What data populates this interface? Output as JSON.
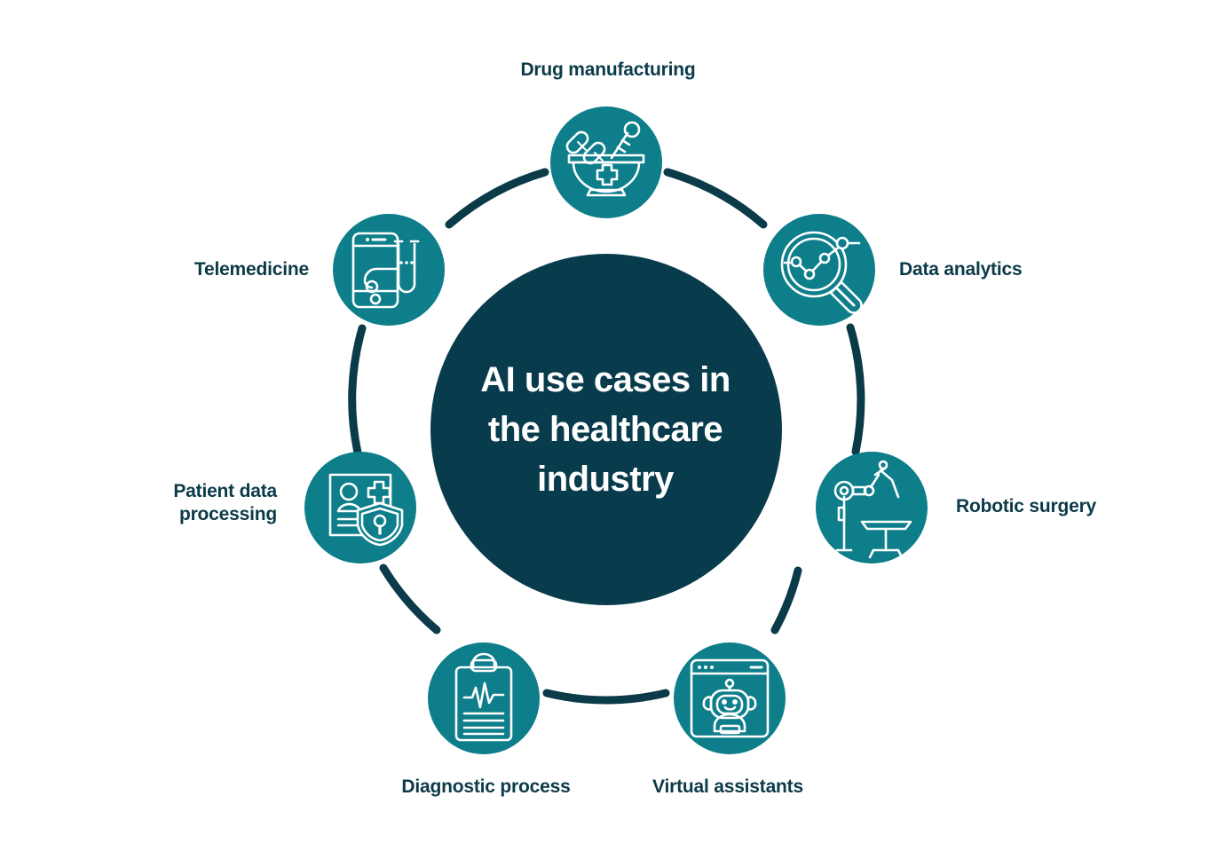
{
  "diagram": {
    "type": "circular-hub-and-spoke",
    "center": {
      "title": "AI use cases in\nthe healthcare\nindustry",
      "fill_color": "#083b4b",
      "text_color": "#ffffff"
    },
    "theme": {
      "background": "#ffffff",
      "node_fill": "#0d7e8a",
      "node_icon_stroke": "#ffffff",
      "arc_color": "#0b3a49",
      "label_color": "#0b3a49"
    },
    "nodes": [
      {
        "id": "drug-manufacturing",
        "label": "Drug manufacturing",
        "icon": "mortar-pestle-icon",
        "angle_deg": 270,
        "label_position": "top"
      },
      {
        "id": "data-analytics",
        "label": "Data analytics",
        "icon": "magnifier-chart-icon",
        "angle_deg": 321.4,
        "label_position": "right"
      },
      {
        "id": "robotic-surgery",
        "label": "Robotic surgery",
        "icon": "robot-arm-table-icon",
        "angle_deg": 12.9,
        "label_position": "right"
      },
      {
        "id": "virtual-assistants",
        "label": "Virtual assistants",
        "icon": "chatbot-window-icon",
        "angle_deg": 64.3,
        "label_position": "bottom"
      },
      {
        "id": "diagnostic-process",
        "label": "Diagnostic process",
        "icon": "clipboard-ecg-icon",
        "angle_deg": 115.7,
        "label_position": "bottom"
      },
      {
        "id": "patient-data-processing",
        "label": "Patient data\nprocessing",
        "icon": "record-shield-icon",
        "angle_deg": 167.1,
        "label_position": "left"
      },
      {
        "id": "telemedicine",
        "label": "Telemedicine",
        "icon": "phone-stethoscope-icon",
        "angle_deg": 218.6,
        "label_position": "left"
      }
    ]
  }
}
